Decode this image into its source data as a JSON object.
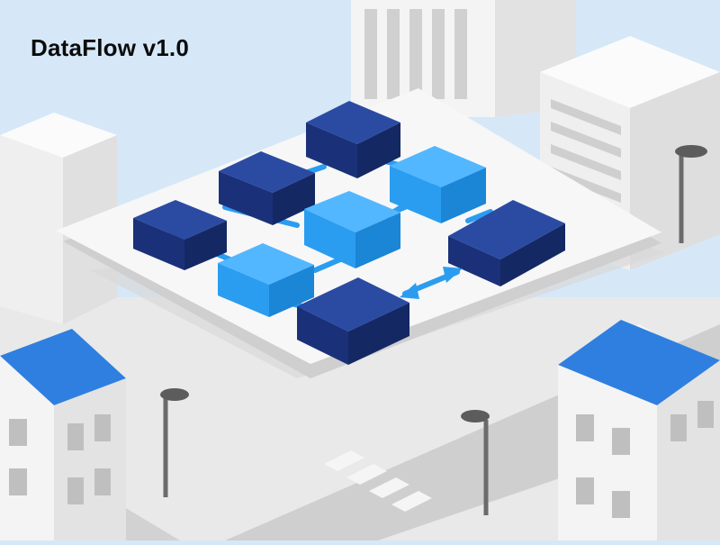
{
  "app": {
    "title": "DataFlow v1.0"
  },
  "palette": {
    "sky": "#d6e8f8",
    "dark_block": "#1f3a8a",
    "light_block": "#2a9df0",
    "link": "#2a9df0",
    "roof_blue": "#2f7fe0",
    "building_white": "#f3f3f3",
    "road_gray": "#cdcdcd"
  },
  "scene": {
    "blocks": [
      {
        "name": "block-dark-1",
        "color": "dark"
      },
      {
        "name": "block-dark-2",
        "color": "dark"
      },
      {
        "name": "block-light-1",
        "color": "light"
      },
      {
        "name": "block-dark-3",
        "color": "dark"
      },
      {
        "name": "block-light-2",
        "color": "light"
      },
      {
        "name": "block-dark-4",
        "color": "dark"
      },
      {
        "name": "block-light-3",
        "color": "light"
      },
      {
        "name": "block-dark-5",
        "color": "dark"
      }
    ],
    "icons": [
      "bidirectional-arrow-icon",
      "street-lamp-icon"
    ]
  }
}
